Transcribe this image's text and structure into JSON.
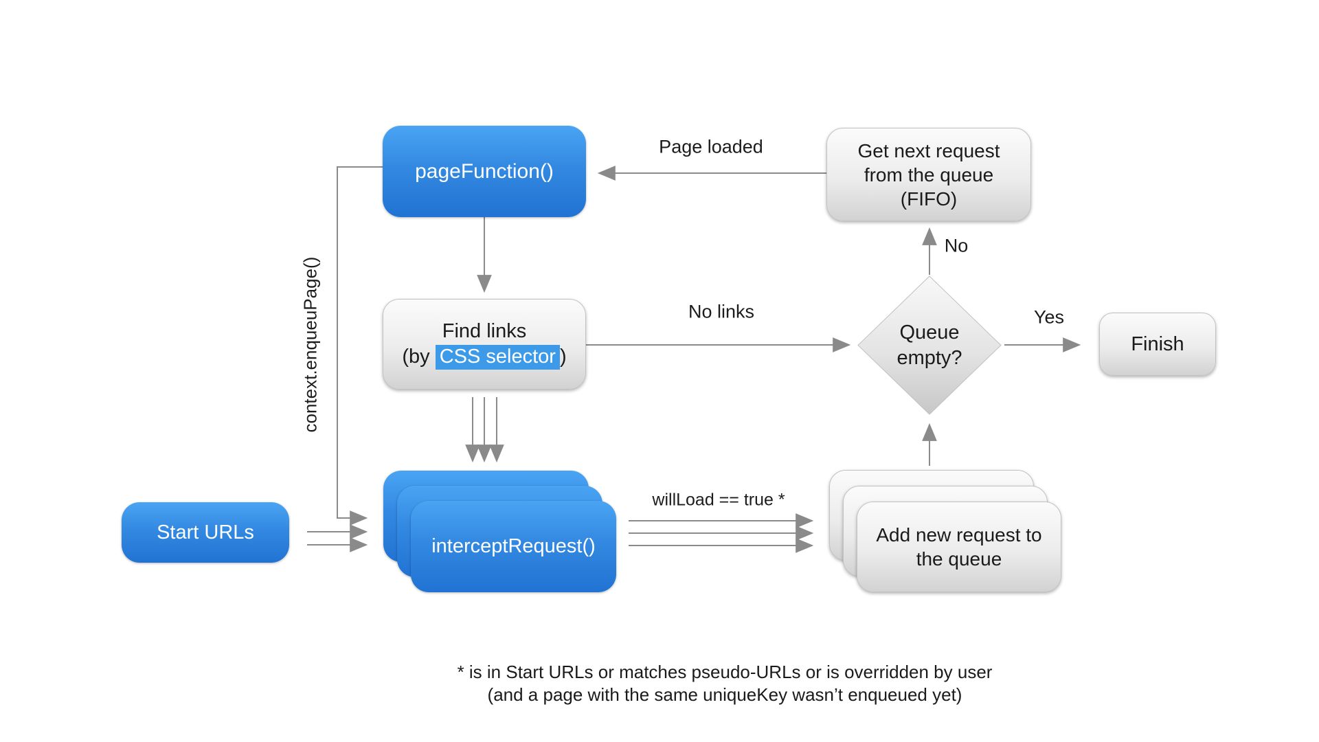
{
  "diagram": {
    "nodes": {
      "start_urls": {
        "label": "Start URLs"
      },
      "page_function": {
        "label": "pageFunction()"
      },
      "find_links": {
        "line1": "Find links",
        "line2_prefix": "(by ",
        "line2_highlight": "CSS selector",
        "line2_suffix": ")"
      },
      "intercept_request": {
        "label": "interceptRequest()"
      },
      "get_next_request": {
        "line1": "Get next request",
        "line2": "from the queue",
        "line3": "(FIFO)"
      },
      "queue_empty": {
        "line1": "Queue",
        "line2": "empty?"
      },
      "finish": {
        "label": "Finish"
      },
      "add_new_request": {
        "line1": "Add new request to",
        "line2": "the queue"
      }
    },
    "edge_labels": {
      "page_loaded": "Page loaded",
      "no": "No",
      "no_links": "No links",
      "yes": "Yes",
      "will_load": "willLoad == true *",
      "context_enqueue": "context.enqueuPage()"
    },
    "footnote": {
      "line1": "* is in Start URLs or matches pseudo-URLs or is overridden by user",
      "line2": "(and a page with the same uniqueKey wasn’t enqueued yet)"
    },
    "colors": {
      "blue_top": "#4aa4f3",
      "blue_bottom": "#2173d3",
      "gray_top": "#fbfbfb",
      "gray_bottom": "#d2d2d2",
      "highlight_blue": "#3d9ae8",
      "arrow_gray": "#8a8a8a"
    }
  }
}
